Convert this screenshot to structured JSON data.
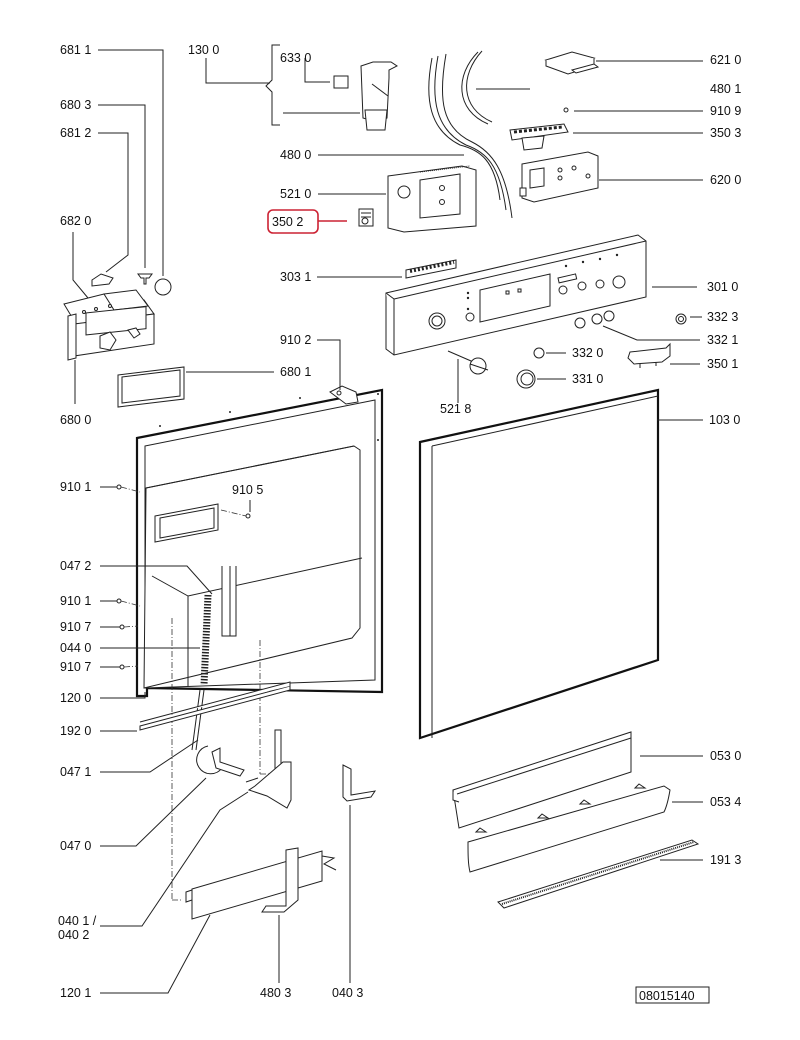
{
  "diagram": {
    "title": "Exploded parts diagram – dishwasher door and control panel",
    "reference_number": "08015140",
    "highlight_color": "#cc2233",
    "highlighted_part": "350 2",
    "labels": {
      "p6811": "681 1",
      "p1300": "130 0",
      "p6330": "633 0",
      "p6210": "621 0",
      "p4801": "480 1",
      "p9109": "910 9",
      "p3503": "350 3",
      "p6803": "680 3",
      "p6812": "681 2",
      "p4800": "480 0",
      "p5210": "521 0",
      "p6200": "620 0",
      "p3502": "350 2",
      "p6820": "682 0",
      "p3031": "303 1",
      "p3010": "301 0",
      "p3323": "332 3",
      "p3321": "332 1",
      "p9102": "910 2",
      "p3320": "332 0",
      "p3501": "350 1",
      "p6801": "680 1",
      "p3310": "331 0",
      "p6800": "680 0",
      "p5218": "521 8",
      "p1030": "103 0",
      "p9101a": "910 1",
      "p9105": "910 5",
      "p0472": "047 2",
      "p9101b": "910 1",
      "p9107a": "910 7",
      "p0440": "044 0",
      "p9107b": "910 7",
      "p1200": "120 0",
      "p1920": "192 0",
      "p0471": "047 1",
      "p0530": "053 0",
      "p0534": "053 4",
      "p0470": "047 0",
      "p1913": "191 3",
      "p0401": "040 1 /",
      "p0402": "040 2",
      "p1201": "120 1",
      "p4803": "480 3",
      "p0403": "040 3"
    }
  }
}
